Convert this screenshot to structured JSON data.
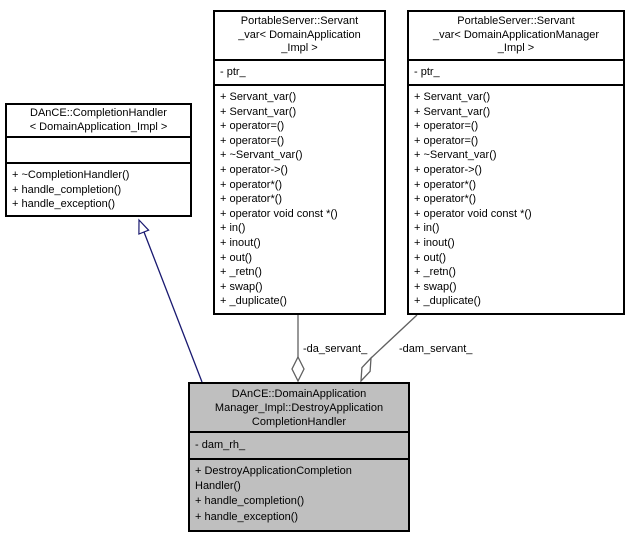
{
  "diagram": {
    "type": "uml-collaboration-diagram",
    "colors": {
      "inheritance_edge": "#191970",
      "association_edge": "#606060",
      "box_border": "#000000",
      "box_fill": "#ffffff",
      "highlight_fill": "#bfbfbf"
    },
    "classes": {
      "completion_handler": {
        "title_lines": [
          "DAnCE::CompletionHandler",
          "< DomainApplication_Impl >"
        ],
        "attributes": [],
        "methods": [
          "+ ~CompletionHandler()",
          "+ handle_completion()",
          "+ handle_exception()"
        ]
      },
      "servant_var_da": {
        "title_lines": [
          "PortableServer::Servant",
          "_var< DomainApplication",
          "_Impl >"
        ],
        "attributes": [
          "- ptr_"
        ],
        "methods": [
          "+ Servant_var()",
          "+ Servant_var()",
          "+ operator=()",
          "+ operator=()",
          "+ ~Servant_var()",
          "+ operator->()",
          "+ operator*()",
          "+ operator*()",
          "+ operator void const *()",
          "+ in()",
          "+ inout()",
          "+ out()",
          "+ _retn()",
          "+ swap()",
          "+ _duplicate()"
        ]
      },
      "servant_var_dam": {
        "title_lines": [
          "PortableServer::Servant",
          "_var< DomainApplicationManager",
          "_Impl >"
        ],
        "attributes": [
          "- ptr_"
        ],
        "methods": [
          "+ Servant_var()",
          "+ Servant_var()",
          "+ operator=()",
          "+ operator=()",
          "+ ~Servant_var()",
          "+ operator->()",
          "+ operator*()",
          "+ operator*()",
          "+ operator void const *()",
          "+ in()",
          "+ inout()",
          "+ out()",
          "+ _retn()",
          "+ swap()",
          "+ _duplicate()"
        ]
      },
      "destroy_application_completion_handler": {
        "title_lines": [
          "DAnCE::DomainApplication",
          "Manager_Impl::DestroyApplication",
          "CompletionHandler"
        ],
        "attributes": [
          "- dam_rh_"
        ],
        "methods": [
          "+ DestroyApplicationCompletion",
          "Handler()",
          "+ handle_completion()",
          "+ handle_exception()"
        ]
      }
    },
    "edges": {
      "da_servant_label": "-da_servant_",
      "dam_servant_label": "-dam_servant_"
    }
  }
}
